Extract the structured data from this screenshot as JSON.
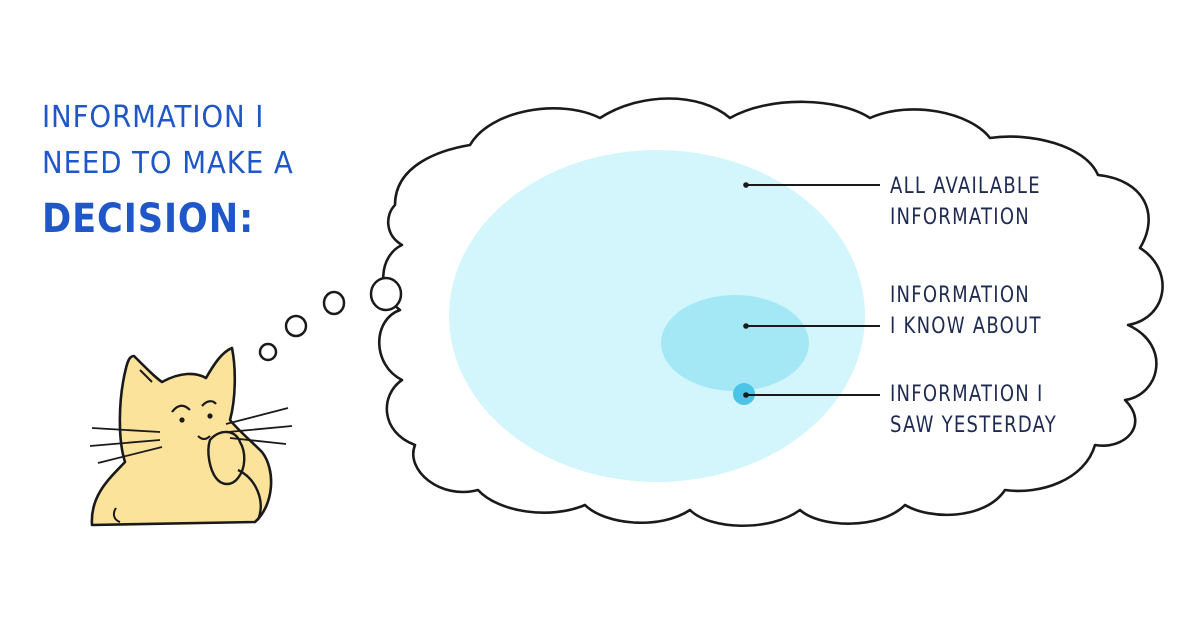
{
  "heading": {
    "line1": "INFORMATION I",
    "line2": "NEED TO MAKE A",
    "line3": "DECISION:"
  },
  "labels": {
    "all_available": {
      "line1": "ALL AVAILABLE",
      "line2": "INFORMATION"
    },
    "know_about": {
      "line1": "INFORMATION",
      "line2": "I KNOW ABOUT"
    },
    "saw_yesterday": {
      "line1": "INFORMATION I",
      "line2": "SAW YESTERDAY"
    }
  },
  "colors": {
    "heading": "#1f57c8",
    "label_text": "#1e2a52",
    "outer_circle": "#d2f6fc",
    "middle_circle": "#a4e8f6",
    "inner_dot": "#4cc4e8",
    "cat_fill": "#fbe39b",
    "ink": "#1a1a1a"
  }
}
